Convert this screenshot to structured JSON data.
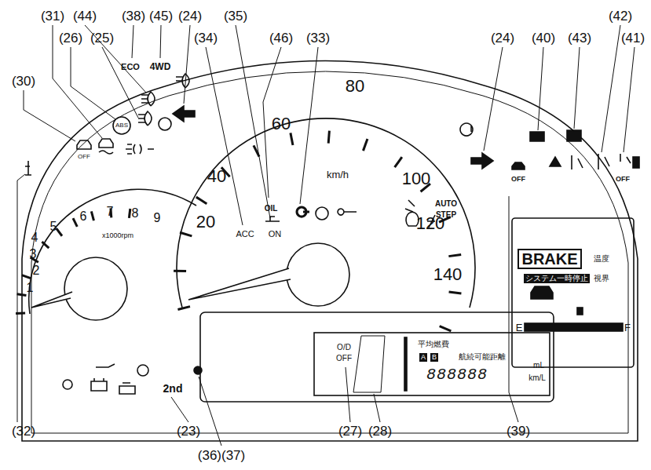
{
  "diagram": {
    "labels": [
      "(30)",
      "(31)",
      "(26)",
      "(44)",
      "(25)",
      "(38)",
      "(45)",
      "(24)",
      "(34)",
      "(35)",
      "(46)",
      "(33)",
      "(24)",
      "(40)",
      "(43)",
      "(42)",
      "(41)",
      "(32)",
      "(23)",
      "(36)(37)",
      "(27)",
      "(28)",
      "(39)",
      "OFF",
      "ABS",
      "ECO",
      "4WD",
      "20",
      "40",
      "60",
      "80",
      "100",
      "120",
      "140",
      "km/h",
      "OIL",
      "ACC",
      "ON",
      "AUTO",
      "STEP",
      "1",
      "2",
      "3",
      "4",
      "5",
      "6",
      "7",
      "8",
      "9",
      "x1000rpm",
      "2nd",
      "O/D",
      "OFF",
      "平均燃費",
      "A",
      "B",
      "航続可能距離",
      "888888",
      "mL",
      "km/L",
      "BRAKE",
      "温度",
      "システム一時停止",
      "視界",
      "E",
      "F",
      "OFF",
      "OFF"
    ]
  }
}
